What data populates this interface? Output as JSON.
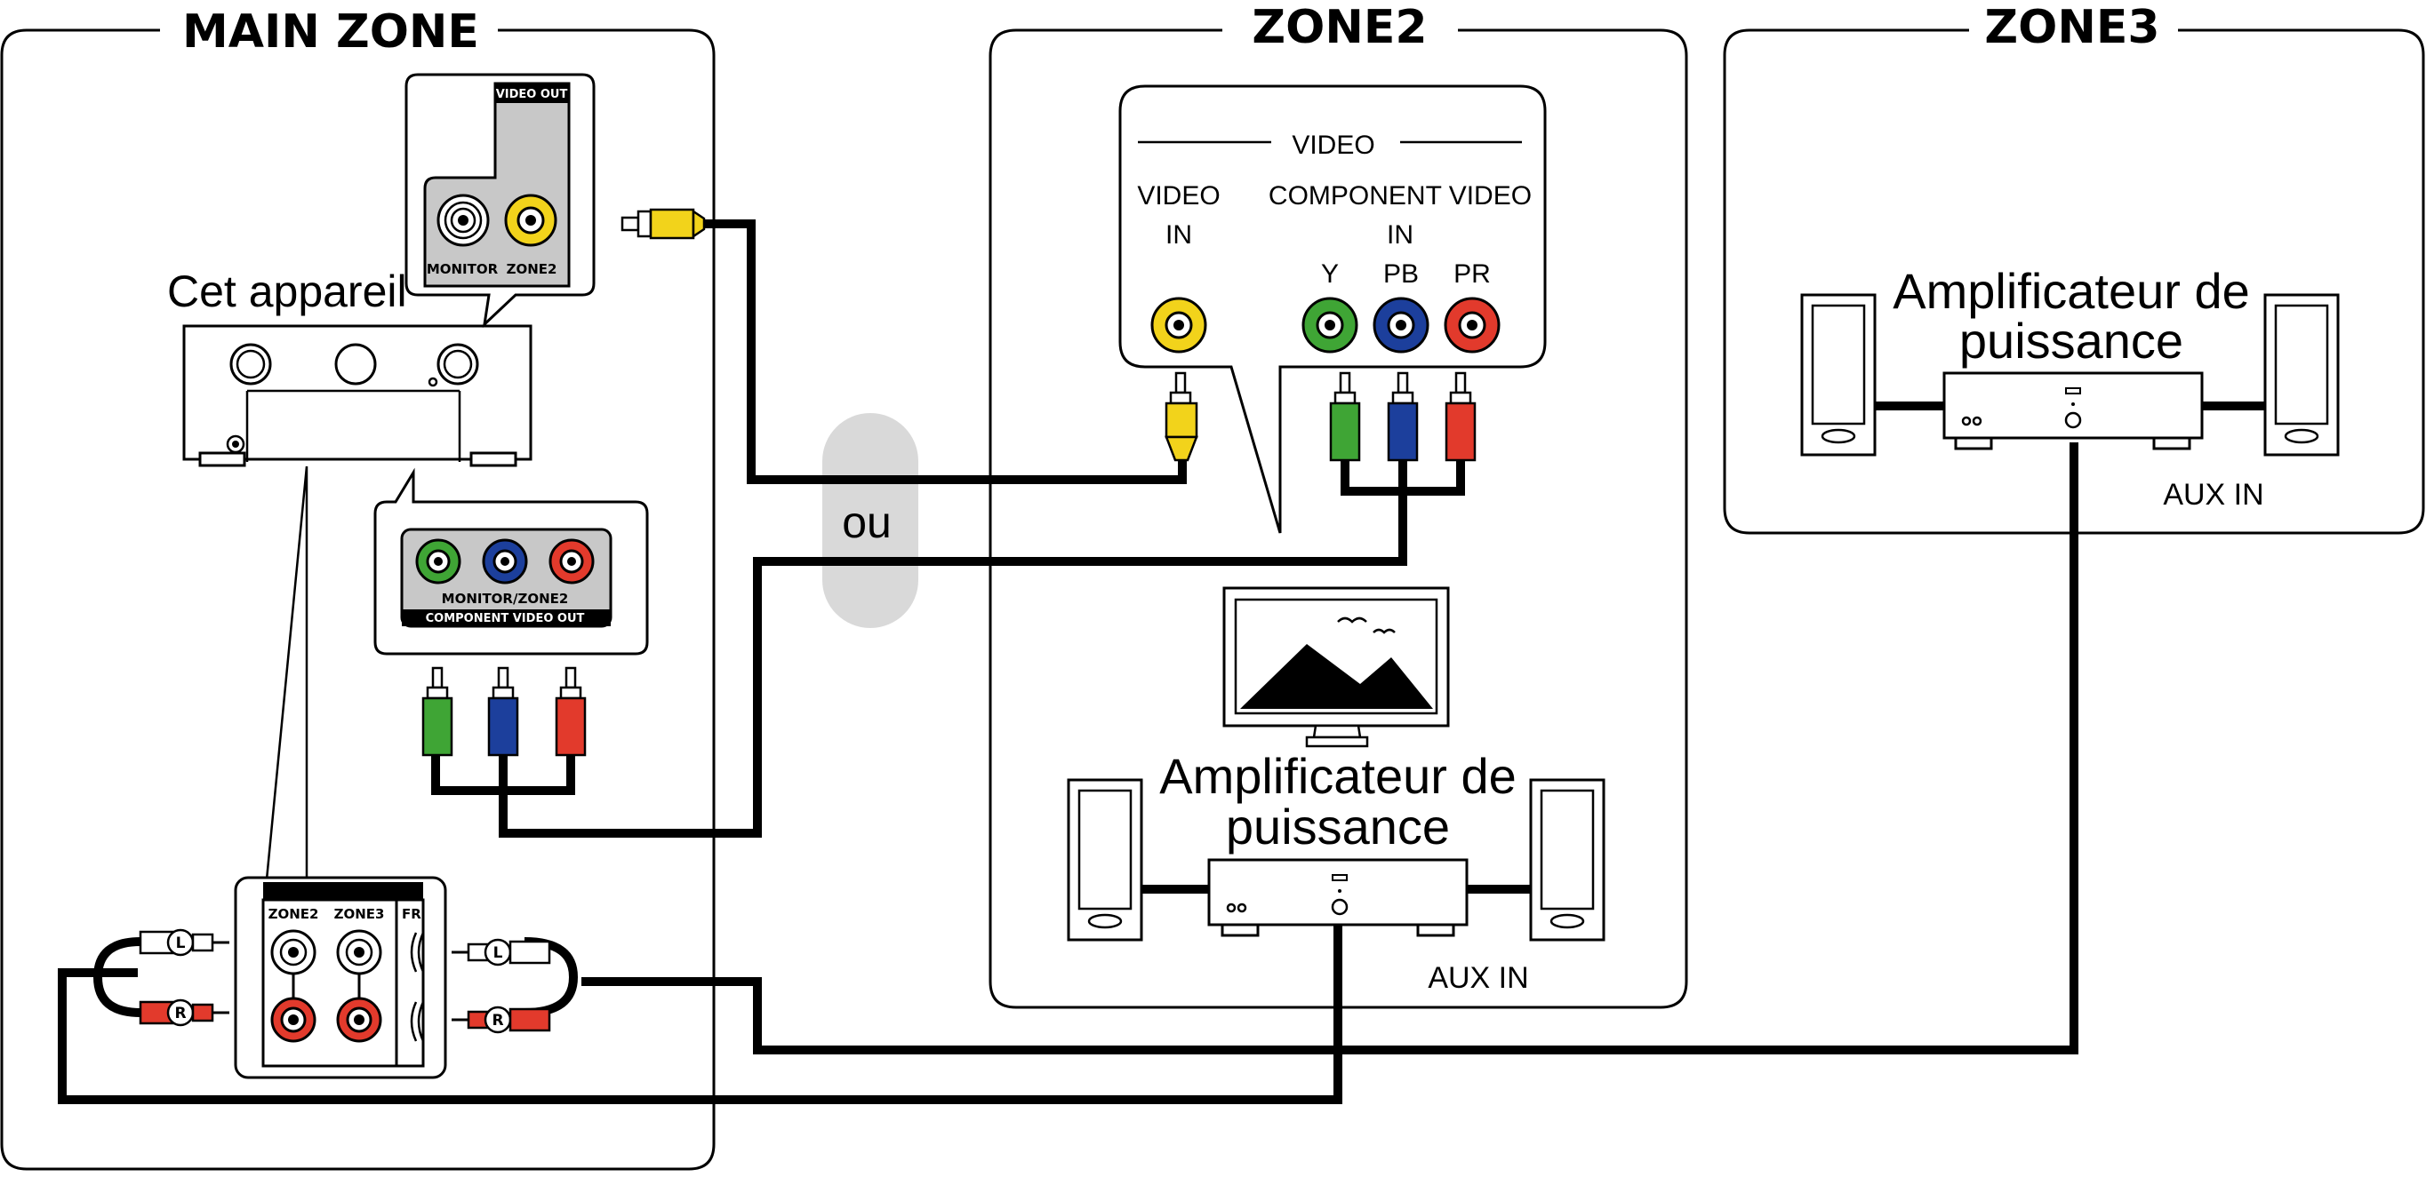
{
  "zones": {
    "main": "MAIN ZONE",
    "zone2": "ZONE2",
    "zone3": "ZONE3"
  },
  "devices": {
    "receiver_label": "Cet appareil",
    "amp_zone2_label_line1": "Amplificateur de",
    "amp_zone2_label_line2": "puissance",
    "amp_zone3_label_line1": "Amplificateur de",
    "amp_zone3_label_line2": "puissance",
    "aux_in_zone2": "AUX IN",
    "aux_in_zone3": "AUX IN"
  },
  "receiver_panels": {
    "video_out_header": "VIDEO OUT",
    "monitor": "MONITOR",
    "zone2": "ZONE2",
    "component_monitor_zone2": "MONITOR/ZONE2",
    "component_video_out": "COMPONENT VIDEO OUT",
    "audio_zone2": "ZONE2",
    "audio_zone3": "ZONE3",
    "audio_front_partial": "FR"
  },
  "tv_panel": {
    "video_header": "VIDEO",
    "video_in_line1": "VIDEO",
    "video_in_line2": "IN",
    "component_in_line1": "COMPONENT VIDEO",
    "component_in_line2": "IN",
    "y": "Y",
    "pb": "PB",
    "pr": "PR"
  },
  "plugs": {
    "left": "L",
    "right": "R"
  },
  "connector": {
    "or": "ou"
  },
  "colors": {
    "yellow": "#f2d31b",
    "green": "#3fa535",
    "blue": "#1c3f9c",
    "red": "#e23a2c",
    "gray_panel": "#c8c8c8",
    "or_badge": "#d9d9d9"
  }
}
